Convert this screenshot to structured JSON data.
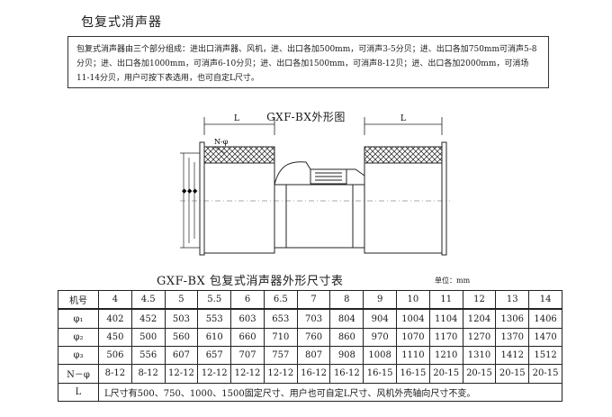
{
  "doc": {
    "title": "包复式消声器",
    "description": "包复式消声器由三个部分组成：进出口消声器、风机，进、出口各加500mm，可消声3-5分贝；进、出口各加750mm可消声5-8分贝；进、出口各加1000mm，可消声6-10分贝；进、出口各加1500mm，可消声8-12贝；进、出口各加2000mm，可消场11-14分贝，用户可按下表选用，也可自定L尺寸。",
    "figure_title": "GXF-BX外形图",
    "figure_labels": {
      "l_left": "L",
      "l_right": "L",
      "n_phi": "N-φ"
    },
    "table_title": "GXF-BX 包复式消声器外形尺寸表",
    "unit": "单位：mm"
  },
  "table": {
    "rows": [
      {
        "label": "机号",
        "values": [
          "4",
          "4.5",
          "5",
          "5.5",
          "6",
          "6.5",
          "7",
          "8",
          "9",
          "10",
          "11",
          "12",
          "13",
          "14"
        ]
      },
      {
        "label": "φ₁",
        "values": [
          "402",
          "452",
          "503",
          "553",
          "603",
          "653",
          "703",
          "804",
          "904",
          "1004",
          "1104",
          "1204",
          "1306",
          "1406"
        ]
      },
      {
        "label": "φ₂",
        "values": [
          "450",
          "500",
          "560",
          "610",
          "660",
          "710",
          "760",
          "860",
          "970",
          "1070",
          "1170",
          "1270",
          "1370",
          "1470"
        ]
      },
      {
        "label": "φ₃",
        "values": [
          "506",
          "556",
          "607",
          "657",
          "707",
          "757",
          "807",
          "908",
          "1008",
          "1110",
          "1210",
          "1310",
          "1412",
          "1512"
        ]
      },
      {
        "label": "N－φ",
        "values": [
          "8-12",
          "8-12",
          "12-12",
          "12-12",
          "12-12",
          "12-12",
          "16-12",
          "16-12",
          "16-15",
          "16-15",
          "20-15",
          "20-15",
          "20-15",
          "20-15"
        ]
      }
    ],
    "l_row": {
      "label": "L",
      "note": "L尺寸有500、750、1000、1500固定尺寸、用户也可自定L尺寸、风机外壳轴向尺寸不变。"
    }
  }
}
